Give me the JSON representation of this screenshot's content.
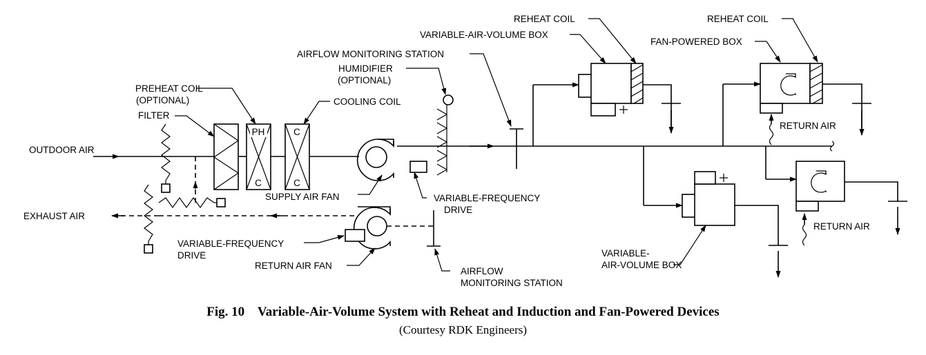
{
  "labels": {
    "outdoor_air": "OUTDOOR AIR",
    "exhaust_air": "EXHAUST AIR",
    "filter": "FILTER",
    "preheat_coil_1": "PREHEAT COIL",
    "preheat_coil_2": "(OPTIONAL)",
    "cooling_coil": "COOLING COIL",
    "ph_top": "PH",
    "ph_bottom": "C",
    "cc_top": "C",
    "cc_bottom": "C",
    "humidifier_1": "HUMIDIFIER",
    "humidifier_2": "(OPTIONAL)",
    "airflow_station_top": "AIRFLOW MONITORING STATION",
    "supply_air_fan": "SUPPLY AIR FAN",
    "vfd_supply_1": "VARIABLE-FREQUENCY",
    "vfd_supply_2": "DRIVE",
    "vfd_return_1": "VARIABLE-FREQUENCY",
    "vfd_return_2": "DRIVE",
    "return_air_fan": "RETURN AIR FAN",
    "airflow_station_bottom_1": "AIRFLOW",
    "airflow_station_bottom_2": "MONITORING STATION",
    "vav_box_top": "VARIABLE-AIR-VOLUME BOX",
    "reheat_coil_left": "REHEAT COIL",
    "reheat_coil_right": "REHEAT COIL",
    "fan_powered_box": "FAN-POWERED BOX",
    "return_air_1": "RETURN AIR",
    "return_air_2": "RETURN AIR",
    "vav_box_bottom_1": "VARIABLE-",
    "vav_box_bottom_2": "AIR-VOLUME BOX"
  },
  "caption": {
    "title": "Fig. 10    Variable-Air-Volume System with Reheat and Induction and Fan-Powered Devices",
    "credit": "(Courtesy RDK Engineers)"
  }
}
